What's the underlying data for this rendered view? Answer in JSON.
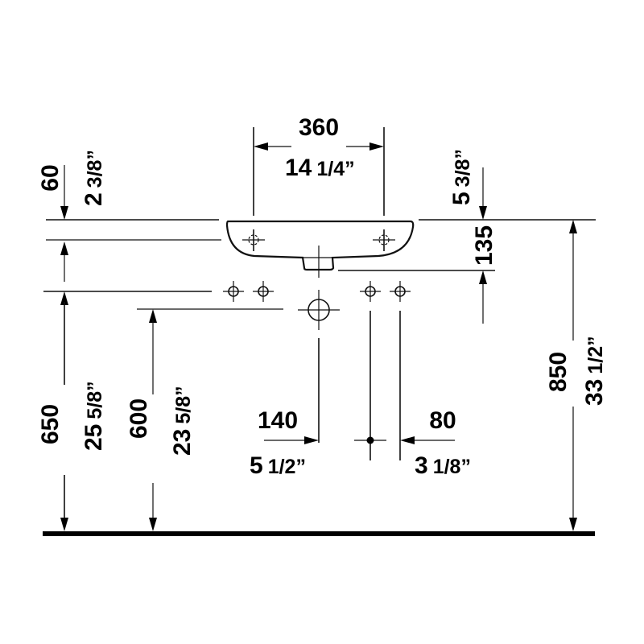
{
  "title": "Wall-mounted washbasin dimension drawing",
  "colors": {
    "line": "#111111",
    "background": "#ffffff"
  },
  "dimensions": {
    "width": {
      "mm": "360",
      "inch_whole": "14",
      "inch_frac": "1/4”"
    },
    "top_offset": {
      "mm": "60",
      "inch_whole": "2",
      "inch_frac": "3/8”"
    },
    "basin_to_supply": {
      "mm": "135",
      "inch_whole": "5",
      "inch_frac": "3/8”"
    },
    "total_height": {
      "mm": "850",
      "inch_whole": "33",
      "inch_frac": "1/2”"
    },
    "supply_height": {
      "mm": "650",
      "inch_whole": "25",
      "inch_frac": "5/8”"
    },
    "waste_height": {
      "mm": "600",
      "inch_whole": "23",
      "inch_frac": "5/8”"
    },
    "left_spacing": {
      "mm": "140",
      "inch_whole": "5",
      "inch_frac": "1/2”"
    },
    "right_spacing": {
      "mm": "80",
      "inch_whole": "3",
      "inch_frac": "1/8”"
    }
  }
}
